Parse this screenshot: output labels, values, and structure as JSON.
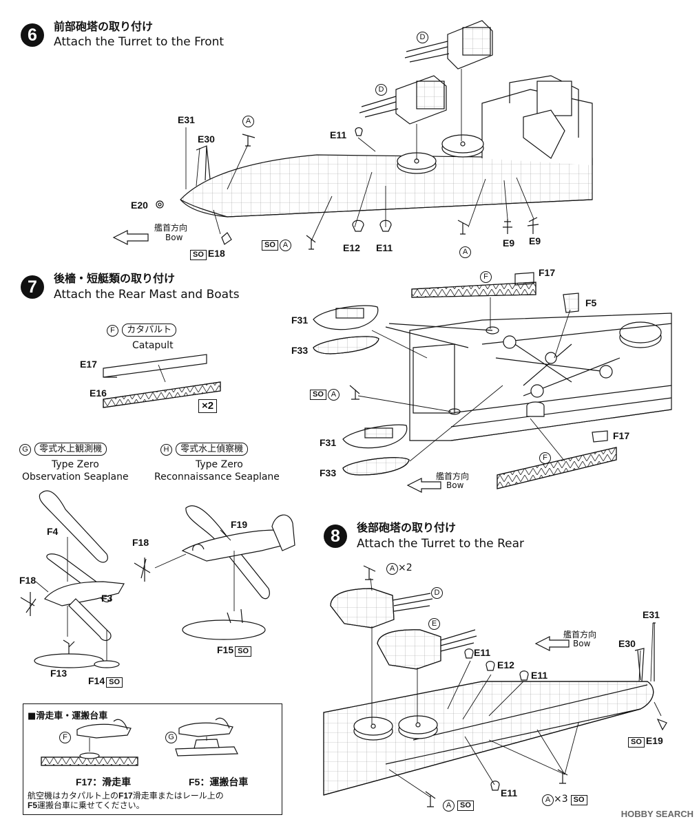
{
  "steps": [
    {
      "number": "6",
      "title_jp": "前部砲塔の取り付け",
      "title_en": "Attach the Turret to the Front"
    },
    {
      "number": "7",
      "title_jp": "後檣・短艇類の取り付け",
      "title_en": "Attach the Rear Mast and Boats"
    },
    {
      "number": "8",
      "title_jp": "後部砲塔の取り付け",
      "title_en": "Attach the Turret to the Rear"
    }
  ],
  "bow_label": {
    "jp": "艦首方向",
    "en": "Bow"
  },
  "so_mark": "SO",
  "qty": {
    "x2": "×2",
    "times2": "×2",
    "times3": "×3"
  },
  "part_refs": {
    "A": "A",
    "D": "D",
    "E": "E",
    "F": "F",
    "G": "G",
    "H": "H"
  },
  "step6_parts": [
    "E31",
    "E30",
    "E20",
    "E18",
    "E11",
    "E12",
    "E11",
    "E9",
    "E9"
  ],
  "step7_parts": [
    "F17",
    "F5",
    "F31",
    "F33",
    "F31",
    "F33",
    "F17",
    "E17",
    "E16",
    "F4",
    "F18",
    "F3",
    "F18",
    "F19",
    "F13",
    "F14",
    "F15"
  ],
  "step8_parts": [
    "E11",
    "E12",
    "E11",
    "E31",
    "E30",
    "E19",
    "E11"
  ],
  "catapult": {
    "jp": "カタパルト",
    "en": "Catapult"
  },
  "seaplane_g": {
    "jp": "零式水上観測機",
    "en_line1": "Type Zero",
    "en_line2": "Observation Seaplane"
  },
  "seaplane_h": {
    "jp": "零式水上偵察機",
    "en_line1": "Type Zero",
    "en_line2": "Reconnaissance Seaplane"
  },
  "note": {
    "title": "■滑走車・運搬台車",
    "f17_label": "F17",
    "f17_text": "：滑走車",
    "f5_label": "F5",
    "f5_text": "：運搬台車",
    "body_line1_a": "航空機はカタパルト上の",
    "body_line1_b": "F17",
    "body_line1_c": "滑走車またはレール上の",
    "body_line2_a": "F5",
    "body_line2_b": "運搬台車に乗せてください。"
  },
  "watermark": "HOBBY SEARCH",
  "colors": {
    "ink": "#111111",
    "paper": "#ffffff",
    "hull": "#f2f2f2"
  }
}
